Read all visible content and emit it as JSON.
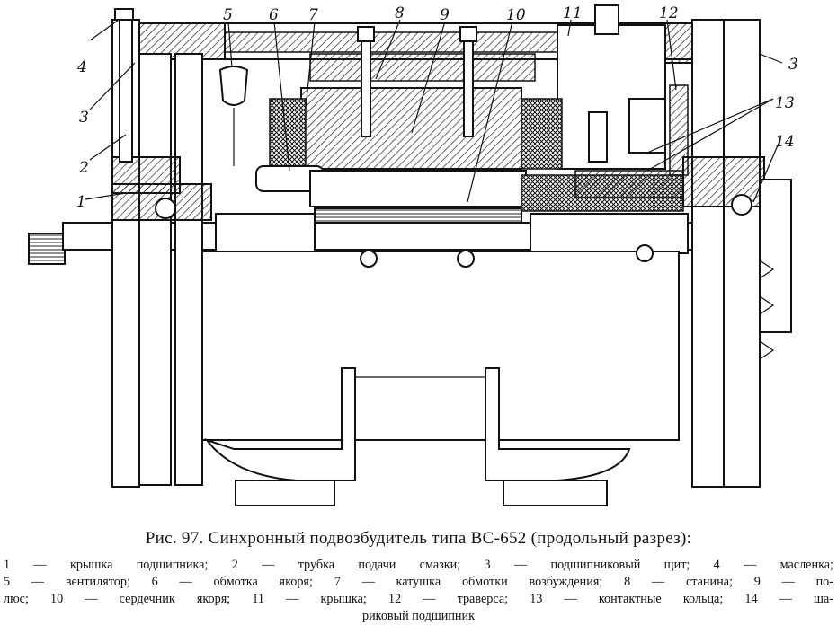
{
  "figure": {
    "caption": "Рис. 97. Синхронный подвозбудитель типа ВС-652 (продольный разрез):",
    "legend_lines": [
      "1 — крышка подшипника; 2 — трубка подачи смазки; 3 — подшипниковый щит; 4 — масленка;",
      "5 — вентилятор; 6 — обмотка якоря; 7 — катушка обмотки возбуждения; 8 — станина; 9 — по-",
      "люс; 10 — сердечник якоря; 11 — крышка; 12 — траверса; 13 — контактные кольца; 14 — ша-",
      "риковый подшипник"
    ]
  },
  "callouts": [
    {
      "id": "1",
      "label": "1"
    },
    {
      "id": "2",
      "label": "2"
    },
    {
      "id": "3a",
      "label": "3"
    },
    {
      "id": "3b",
      "label": "3"
    },
    {
      "id": "4",
      "label": "4"
    },
    {
      "id": "5",
      "label": "5"
    },
    {
      "id": "6",
      "label": "6"
    },
    {
      "id": "7",
      "label": "7"
    },
    {
      "id": "8",
      "label": "8"
    },
    {
      "id": "9",
      "label": "9"
    },
    {
      "id": "10",
      "label": "10"
    },
    {
      "id": "11",
      "label": "11"
    },
    {
      "id": "12",
      "label": "12"
    },
    {
      "id": "13",
      "label": "13"
    },
    {
      "id": "14",
      "label": "14"
    }
  ]
}
